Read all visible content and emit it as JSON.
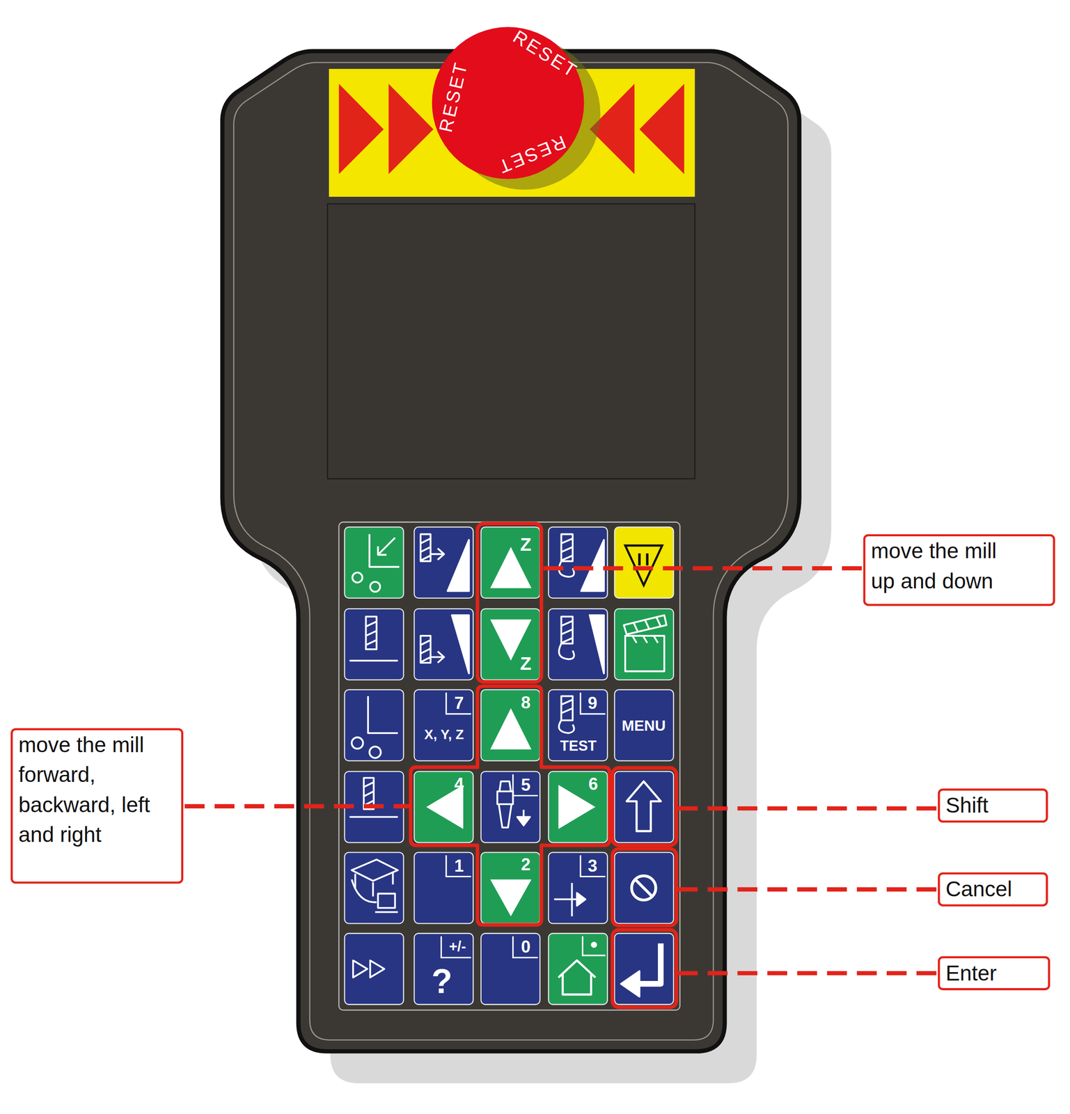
{
  "diagram": {
    "nodes": [
      {
        "text": [
          "move the mill up and down"
        ]
      },
      {
        "text": [
          "move the mill forward, backward, left and right"
        ]
      },
      {
        "text": [
          "Shift"
        ]
      },
      {
        "text": [
          "Cancel"
        ]
      },
      {
        "text": [
          "Enter"
        ]
      }
    ],
    "labels": [
      "RESET",
      "RESET",
      "RESET",
      "Z",
      "Z",
      "7",
      "X, Y, Z",
      "8",
      "9",
      "TEST",
      "MENU",
      "4",
      "5",
      "6",
      "1",
      "2",
      "3",
      "+/-",
      "?",
      "0"
    ]
  }
}
